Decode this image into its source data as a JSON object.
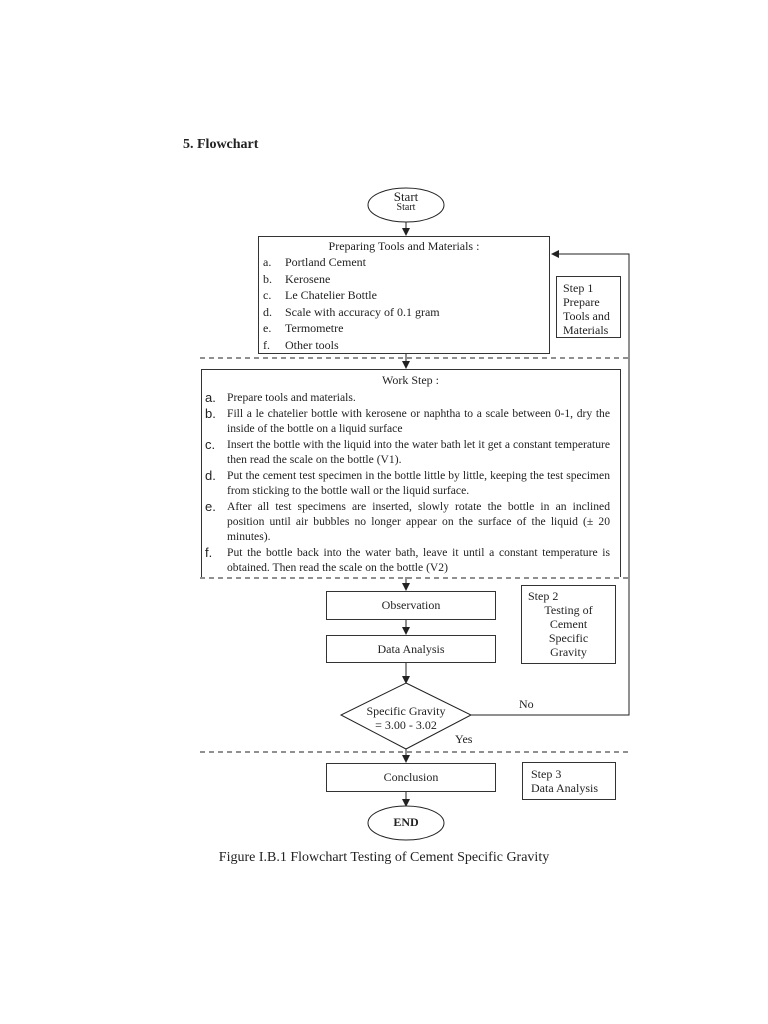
{
  "heading": "5.  Flowchart",
  "start": {
    "label_large": "Start",
    "label_small": "Start"
  },
  "prepare": {
    "title": "Preparing Tools and Materials :",
    "items": [
      {
        "letter": "a.",
        "text": "Portland Cement"
      },
      {
        "letter": "b.",
        "text": "Kerosene"
      },
      {
        "letter": "c.",
        "text": "Le Chatelier Bottle"
      },
      {
        "letter": "d.",
        "text": "Scale with accuracy of 0.1 gram"
      },
      {
        "letter": "e.",
        "text": "Termometre"
      },
      {
        "letter": "f.",
        "text": "Other tools"
      }
    ]
  },
  "step1": {
    "lines": [
      "Step 1",
      "Prepare",
      "Tools and",
      "Materials"
    ]
  },
  "work": {
    "title": "Work Step :",
    "items": [
      {
        "letter": "a.",
        "text": "Prepare tools and materials."
      },
      {
        "letter": "b.",
        "text": "Fill a le chatelier bottle with kerosene or naphtha to a scale between 0-1, dry the inside of the bottle on a liquid surface"
      },
      {
        "letter": "c.",
        "text": "Insert the bottle with the liquid into the water bath let it get a constant temperature then read the scale on the bottle (V1)."
      },
      {
        "letter": "d.",
        "text": "Put the cement test specimen in the bottle little by little, keeping the test specimen from sticking to the bottle wall or the liquid surface."
      },
      {
        "letter": "e.",
        "text": "After all test specimens are inserted, slowly rotate the bottle in an inclined position until air bubbles no longer appear on the surface of the liquid (± 20 minutes)."
      },
      {
        "letter": "f.",
        "text": "Put the bottle back into the water bath, leave it until a constant temperature is obtained. Then read the scale on the bottle (V2)"
      }
    ]
  },
  "observation": "Observation",
  "data_analysis": "Data Analysis",
  "step2": {
    "lines": [
      "Step 2",
      "Testing of",
      "Cement",
      "Specific",
      "Gravity"
    ]
  },
  "decision": {
    "line1": "Specific Gravity",
    "line2": "= 3.00 - 3.02",
    "no": "No",
    "yes": "Yes"
  },
  "conclusion": "Conclusion",
  "step3": {
    "lines": [
      "Step 3",
      "Data Analysis"
    ]
  },
  "end": "END",
  "caption": "Figure I.B.1 Flowchart Testing of Cement Specific Gravity"
}
